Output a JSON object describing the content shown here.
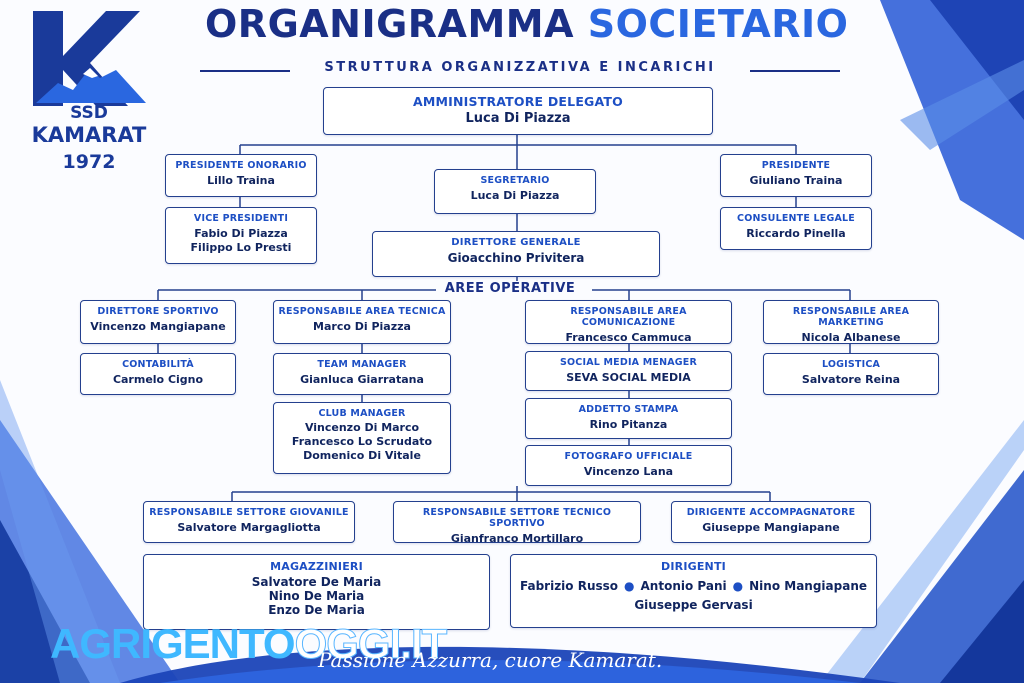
{
  "header": {
    "title_part1": "ORGANIGRAMMA",
    "title_part2": "SOCIETARIO",
    "subtitle": "STRUTTURA ORGANIZZATIVA E INCARICHI"
  },
  "logo": {
    "letter": "K",
    "line1": "SSD",
    "line2": "KAMARAT",
    "line3": "1972"
  },
  "colors": {
    "primary": "#1a2f86",
    "accent": "#2a67e0",
    "border": "#24408e",
    "role_text": "#1d4fc4"
  },
  "top": {
    "ad": {
      "role": "AMMINISTRATORE DELEGATO",
      "name": "Luca Di Piazza"
    },
    "presidente_onorario": {
      "role": "PRESIDENTE ONORARIO",
      "name": "Lillo Traina"
    },
    "vice_presidenti": {
      "role": "VICE PRESIDENTI",
      "name1": "Fabio Di Piazza",
      "name2": "Filippo Lo Presti"
    },
    "segretario": {
      "role": "SEGRETARIO",
      "name": "Luca Di Piazza"
    },
    "direttore_generale": {
      "role": "DIRETTORE GENERALE",
      "name": "Gioacchino Privitera"
    },
    "presidente": {
      "role": "PRESIDENTE",
      "name": "Giuliano Traina"
    },
    "consulente_legale": {
      "role": "CONSULENTE LEGALE",
      "name": "Riccardo Pinella"
    }
  },
  "aree_label": "AREE OPERATIVE",
  "aree": {
    "direttore_sportivo": {
      "role": "DIRETTORE SPORTIVO",
      "name": "Vincenzo Mangiapane"
    },
    "contabilita": {
      "role": "CONTABILITÀ",
      "name": "Carmelo Cigno"
    },
    "area_tecnica": {
      "role": "RESPONSABILE AREA TECNICA",
      "name": "Marco Di Piazza"
    },
    "team_manager": {
      "role": "TEAM MANAGER",
      "name": "Gianluca Giarratana"
    },
    "club_manager": {
      "role": "CLUB MANAGER",
      "name1": "Vincenzo Di Marco",
      "name2": "Francesco Lo Scrudato",
      "name3": "Domenico Di Vitale"
    },
    "area_comunicazione": {
      "role": "RESPONSABILE AREA COMUNICAZIONE",
      "name": "Francesco Cammuca"
    },
    "social_media": {
      "role": "SOCIAL MEDIA MENAGER",
      "name": "SEVA SOCIAL MEDIA"
    },
    "addetto_stampa": {
      "role": "ADDETTO STAMPA",
      "name": "Rino Pitanza"
    },
    "fotografo": {
      "role": "FOTOGRAFO UFFICIALE",
      "name": "Vincenzo Lana"
    },
    "area_marketing": {
      "role": "RESPONSABILE AREA MARKETING",
      "name": "Nicola Albanese"
    },
    "logistica": {
      "role": "LOGISTICA",
      "name": "Salvatore Reina"
    }
  },
  "bottom": {
    "settore_giovanile": {
      "role": "RESPONSABILE SETTORE GIOVANILE",
      "name": "Salvatore Margagliotta"
    },
    "settore_tecnico": {
      "role": "RESPONSABILE SETTORE TECNICO SPORTIVO",
      "name": "Gianfranco Mortillaro"
    },
    "accompagnatore": {
      "role": "DIRIGENTE ACCOMPAGNATORE",
      "name": "Giuseppe Mangiapane"
    },
    "magazzinieri": {
      "role": "MAGAZZINIERI",
      "name1": "Salvatore De Maria",
      "name2": "Nino De Maria",
      "name3": "Enzo De Maria"
    },
    "dirigenti": {
      "role": "DIRIGENTI",
      "name1": "Fabrizio Russo",
      "name2": "Antonio Pani",
      "name3": "Nino Mangiapane",
      "name4": "Giuseppe Gervasi"
    }
  },
  "footer": {
    "brand_part1": "AGRIGENTO",
    "brand_part2": "OGGI.IT",
    "tagline": "Passione Azzurra, cuore Kamarat."
  }
}
